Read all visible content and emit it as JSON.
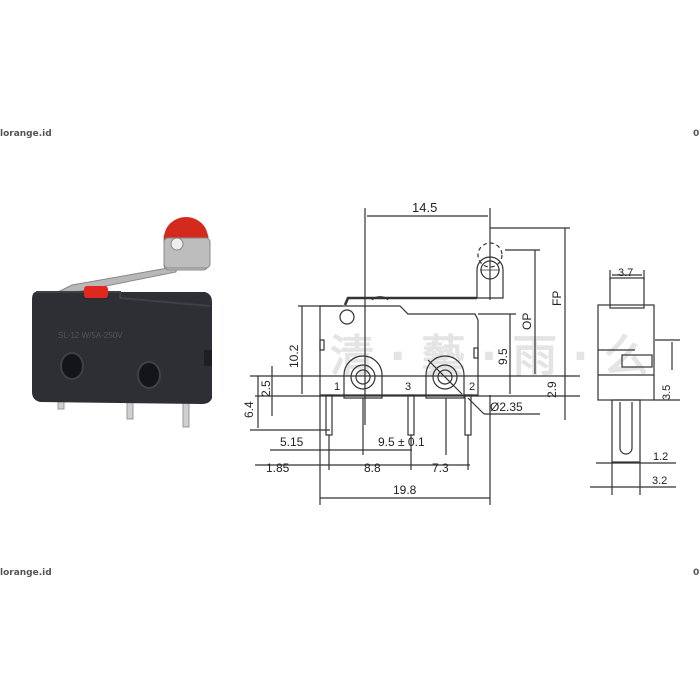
{
  "watermarks": {
    "top_left": "lorange.id",
    "top_right": "0",
    "bottom_left": "lorange.id",
    "bottom_right": "0"
  },
  "photo": {
    "subject": "micro limit switch with roller lever",
    "body_color": "#2b2d33",
    "roller_color": "#d42a1e",
    "plunger_color": "#e0281c"
  },
  "front_view": {
    "dimensions": {
      "lever_width": "14.5",
      "op": "OP",
      "fp": "FP",
      "body_height": "10.2",
      "right_height": "9.5",
      "base_offset": "2.5",
      "pin_length": "6.4",
      "bottom_offset": "2.9",
      "hole_diameter": "Ø2.35",
      "pin1_offset": "5.15",
      "hole_spacing": "9.5 ± 0.1",
      "left_margin": "1.85",
      "pin_1_3": "8.8",
      "pin_3_2": "7.3",
      "total_width": "19.8"
    },
    "pins": [
      "1",
      "3",
      "2"
    ]
  },
  "side_view": {
    "dimensions": {
      "top_width": "3.7",
      "height": "3.5",
      "pin_width": "1.2",
      "base_width": "3.2"
    }
  }
}
